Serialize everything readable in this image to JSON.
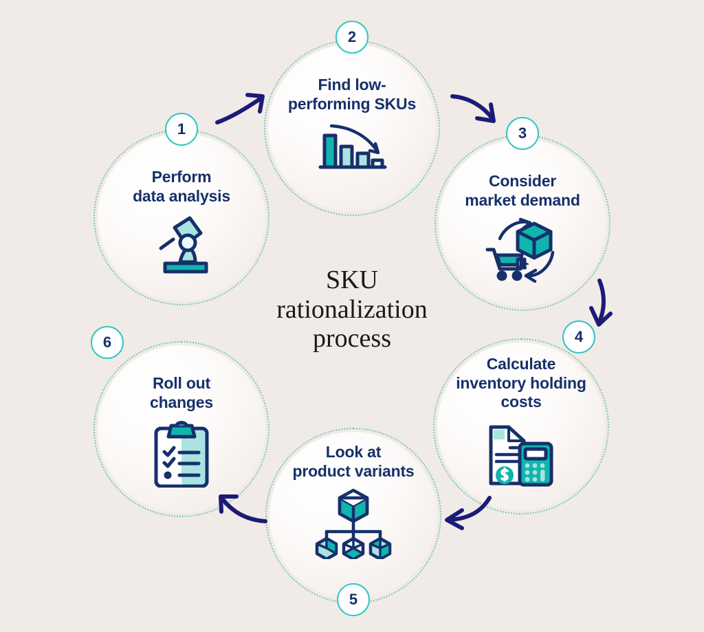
{
  "page": {
    "background_color": "#F0EBE6",
    "title_text": "SKU\nrationalization\nprocess"
  },
  "colors": {
    "navy": "#16306B",
    "teal": "#11B5AE",
    "teal_light": "#A9E4E0",
    "teal_ring": "#2FC6C4",
    "dotted_ring": "#62BFB5",
    "background": "#F0EBE6",
    "disc_light": "#FFFFFF"
  },
  "steps": [
    {
      "number": "1",
      "label": "Perform\ndata analysis",
      "icon": "microscope-icon"
    },
    {
      "number": "2",
      "label": "Find low-\nperforming SKUs",
      "icon": "declining-bar-chart-icon"
    },
    {
      "number": "3",
      "label": "Consider\nmarket demand",
      "icon": "shopping-cart-box-cycle-icon"
    },
    {
      "number": "4",
      "label": "Calculate\ninventory holding\ncosts",
      "icon": "invoice-calculator-icon"
    },
    {
      "number": "5",
      "label": "Look at\nproduct variants",
      "icon": "product-variant-tree-icon"
    },
    {
      "number": "6",
      "label": "Roll out\nchanges",
      "icon": "clipboard-checklist-icon"
    }
  ],
  "arrows": [
    {
      "name": "arrow-step-1-to-2",
      "direction": "up-right"
    },
    {
      "name": "arrow-step-2-to-3",
      "direction": "down-right"
    },
    {
      "name": "arrow-step-3-to-4",
      "direction": "down"
    },
    {
      "name": "arrow-step-4-to-5",
      "direction": "left"
    },
    {
      "name": "arrow-step-5-to-6",
      "direction": "up-left"
    }
  ]
}
